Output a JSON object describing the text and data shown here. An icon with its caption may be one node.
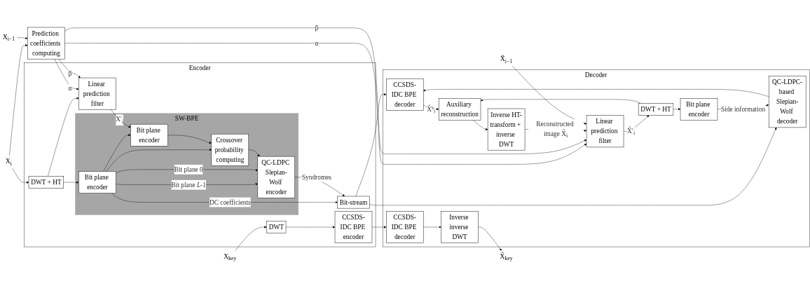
{
  "diagram": {
    "nodes": [
      {
        "text": [
          "Encoder"
        ]
      },
      {
        "text": [
          "SW-BPE"
        ],
        "in": 0
      },
      {
        "text": [
          "X$_{i}$"
        ]
      },
      {
        "text": [
          "DWT + HT"
        ],
        "in": 0
      },
      {
        "text": [
          "Bit plane encoder"
        ],
        "in": 1
      },
      {
        "text": [
          "QC-LDPC Slepian-Wolf encoder"
        ],
        "in": 1
      },
      {
        "text": [
          "Bit plane encoder"
        ],
        "in": 1
      },
      {
        "text": [
          "Crossover probability computing"
        ],
        "in": 1
      },
      {
        "text": [
          "Bit-stream"
        ],
        "in": 0
      },
      {
        "text": [
          "Prediction coefficients computing"
        ]
      },
      {
        "text": [
          "Linear prediction filter"
        ],
        "in": 0
      },
      {
        "text": [
          "X$_{i−1}$"
        ]
      },
      {
        "text": [
          "X$_{key}$"
        ]
      },
      {
        "text": [
          "DWT"
        ],
        "in": 0
      },
      {
        "text": [
          "CCSDS-IDC BPE encoder"
        ],
        "in": 0
      },
      {
        "text": [
          "Decoder"
        ]
      },
      {
        "text": [
          "QC-LDPC-based Slepian-Wolf decoder"
        ],
        "in": 15
      },
      {
        "text": [
          "CCSDS-IDC BPE decoder"
        ],
        "in": 15
      },
      {
        "text": [
          "Auxiliary reconstruction"
        ],
        "in": 15
      },
      {
        "text": [
          "Inverse HT-transform + inverse DWT"
        ],
        "in": 15
      },
      {
        "text": [
          "Bit plane encoder"
        ],
        "in": 15
      },
      {
        "text": [
          "DWT + HT"
        ],
        "in": 15
      },
      {
        "text": [
          "Linear prediction filter"
        ],
        "in": 15
      },
      {
        "text": [
          "CCSDS-IDC BPE decoder"
        ],
        "in": 15
      },
      {
        "text": [
          "Inverse inverse DWT"
        ],
        "in": 15
      },
      {
        "text": [
          "X̂$_{i−1}$"
        ]
      },
      {
        "text": [
          "X̂$_{key}$"
        ]
      }
    ],
    "edges": [
      {
        "from": 2,
        "to": 3,
        "arrow": "to"
      },
      {
        "from": 2,
        "to": 9,
        "arrow": "to"
      },
      {
        "from": 3,
        "to": 4,
        "arrow": "to"
      },
      {
        "from": 3,
        "to": 10,
        "arrow": "to"
      },
      {
        "from": 4,
        "to": 8,
        "arrow": "to",
        "label": "DC coefficients"
      },
      {
        "from": 4,
        "to": 5,
        "arrow": "to",
        "label": "Bit plane *L*-1"
      },
      {
        "from": 4,
        "to": 5,
        "arrow": "to",
        "label": "Bit plane 0"
      },
      {
        "from": 4,
        "to": 6,
        "arrow": "to"
      },
      {
        "from": 4,
        "to": 7,
        "arrow": "to"
      },
      {
        "from": 6,
        "to": 7,
        "arrow": "to"
      },
      {
        "from": 7,
        "to": 5,
        "arrow": "to"
      },
      {
        "from": 5,
        "to": 8,
        "arrow": "to",
        "label": "Syndromes"
      },
      {
        "from": 9,
        "to": 10,
        "arrow": "to",
        "label": "α"
      },
      {
        "from": 9,
        "to": 10,
        "arrow": "to",
        "label": "β"
      },
      {
        "from": 10,
        "to": 6,
        "arrow": "to",
        "label": "X′$_{i}$"
      },
      {
        "from": 9,
        "to": 22,
        "arrow": "to",
        "label": "α"
      },
      {
        "from": 9,
        "to": 22,
        "arrow": "to",
        "label": "β"
      },
      {
        "from": 11,
        "to": 9,
        "arrow": "to"
      },
      {
        "from": 12,
        "to": 13,
        "arrow": "to"
      },
      {
        "from": 13,
        "to": 14,
        "arrow": "to"
      },
      {
        "from": 14,
        "to": 23,
        "arrow": "to"
      },
      {
        "from": 8,
        "to": 17,
        "arrow": "to"
      },
      {
        "from": 8,
        "to": 16,
        "arrow": "to"
      },
      {
        "from": 16,
        "to": 17,
        "arrow": "to"
      },
      {
        "from": 17,
        "to": 18,
        "arrow": "to",
        "label": "X̂$^{s}$$_{i}$"
      },
      {
        "from": 18,
        "to": 19,
        "arrow": "to"
      },
      {
        "from": 19,
        "to": 22,
        "arrow": "to",
        "label": "Reconstructed image X̂$_{i}$"
      },
      {
        "from": 22,
        "to": 21,
        "arrow": "to",
        "label": "X̂′$_{i}$"
      },
      {
        "from": 21,
        "to": 20,
        "arrow": "to"
      },
      {
        "from": 21,
        "to": 18,
        "arrow": "to"
      },
      {
        "from": 20,
        "to": 16,
        "arrow": "to",
        "label": "Side information"
      },
      {
        "from": 25,
        "to": 22,
        "arrow": "to"
      },
      {
        "from": 23,
        "to": 24,
        "arrow": "to"
      },
      {
        "from": 24,
        "to": 26,
        "arrow": "to"
      }
    ]
  }
}
